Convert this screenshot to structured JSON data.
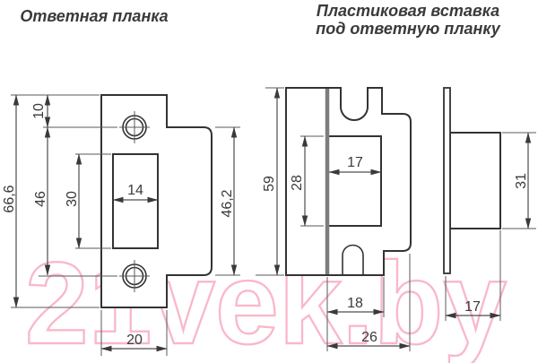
{
  "titles": {
    "left": "Ответная планка",
    "right": [
      "Пластиковая вставка",
      "под ответную планку"
    ]
  },
  "left_drawing": {
    "label": "strike-plate",
    "dimensions": {
      "total_height": "66,6",
      "top_to_hole": "10",
      "hole_spacing": "46",
      "cutout_height": "30",
      "cutout_width": "14",
      "lip_height": "46,2",
      "plate_width": "20"
    }
  },
  "right_drawing": {
    "label": "plastic-insert",
    "dimensions": {
      "total_height": "59",
      "opening_height": "28",
      "opening_width": "17",
      "opening_to_lip": "18",
      "total_width": "26",
      "side_height": "31",
      "side_depth": "17"
    }
  },
  "watermark": {
    "text": "21vek.by",
    "color": "#f9b8ca"
  },
  "colors": {
    "background": "#ffffff",
    "outline": "#333333",
    "dimension_line": "#4d4d4d",
    "extension_line": "#5a5a5a",
    "text": "#3a3a3a",
    "wall_edge": "#7d7d7d",
    "watermark": "#f9b8ca"
  }
}
